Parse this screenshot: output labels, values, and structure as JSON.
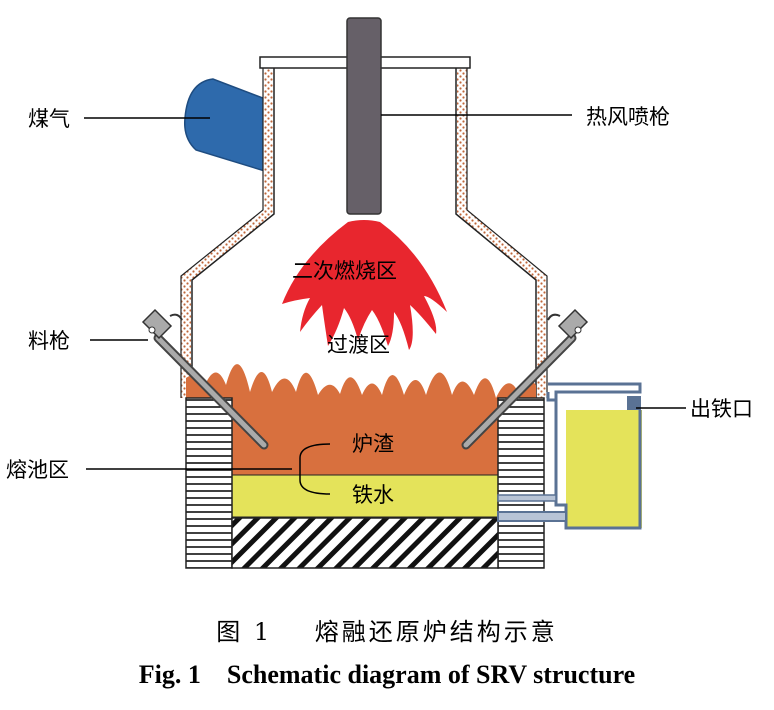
{
  "labels": {
    "gas": "煤气",
    "hot_blast_lance": "热风喷枪",
    "secondary_combustion_zone": "二次燃烧区",
    "transition_zone": "过渡区",
    "feed_lance": "料枪",
    "slag": "炉渣",
    "molten_pool_zone": "熔池区",
    "hot_metal": "铁水",
    "tap_hole": "出铁口"
  },
  "caption": {
    "zh": "图 1    熔融还原炉结构示意",
    "en": "Fig. 1    Schematic diagram of SRV structure"
  },
  "colors": {
    "gas_duct": "#2e6aac",
    "lance": "#666068",
    "flame": "#e8262e",
    "slag": "#d8703e",
    "hot_metal": "#e4e35a",
    "refractory_lining": "#c0663a"
  }
}
